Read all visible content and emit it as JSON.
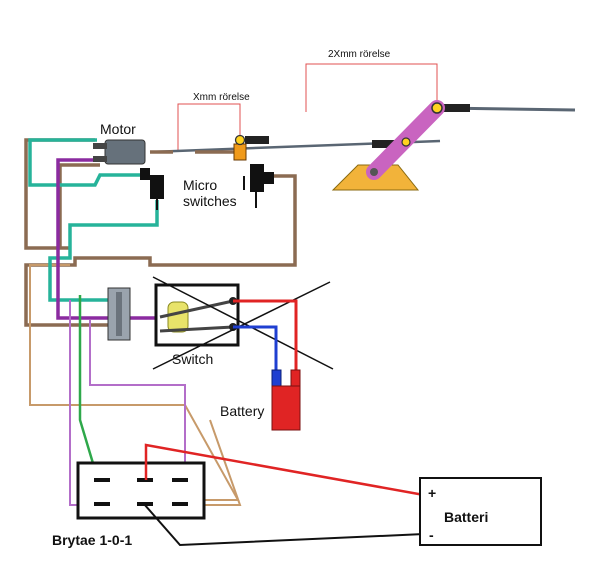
{
  "labels": {
    "motor": "Motor",
    "micro_line1": "Micro",
    "micro_line2": "switches",
    "switch": "Switch",
    "battery": "Battery",
    "xmm": "Xmm rörelse",
    "twoxmm": "2Xmm rörelse",
    "brytare": "Brytae 1-0-1",
    "batteri": "Batteri",
    "plus": "+",
    "minus": "-"
  },
  "colors": {
    "brown": "#8b6b52",
    "teal": "#26b39a",
    "purple": "#8b2ba0",
    "violet": "#b36ec9",
    "green": "#2ea84a",
    "tan": "#c79a6a",
    "red": "#e02424",
    "blue": "#1f3fd1",
    "black": "#111111",
    "arm": "#c964c0",
    "base": "#f5c12b",
    "rod": "#5a6673"
  }
}
